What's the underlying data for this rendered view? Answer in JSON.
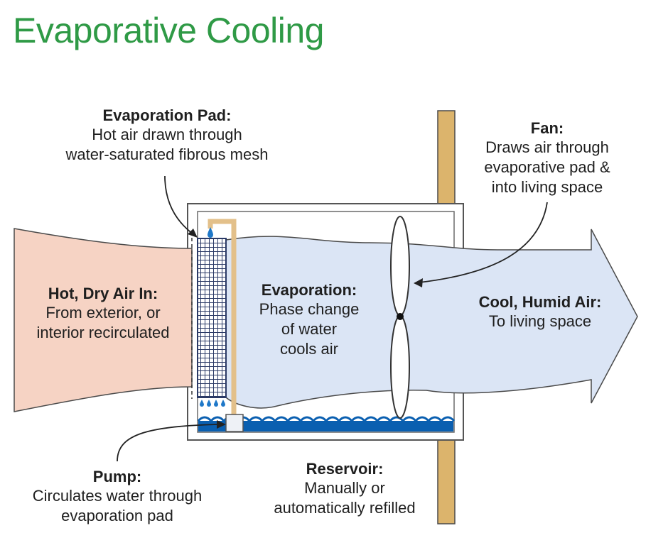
{
  "title": "Evaporative Cooling",
  "colors": {
    "title": "#2f9a46",
    "hot_air": "#f6d3c4",
    "cool_air": "#dbe5f5",
    "outline": "#4a4a4a",
    "wall": "#dcb46c",
    "pipe": "#e3c08a",
    "water": "#0a5fb0",
    "pad": "#2b3a66",
    "drop": "#1f78c8"
  },
  "labels": {
    "pad": {
      "heading": "Evaporation Pad:",
      "lines": [
        "Hot air drawn through",
        "water-saturated fibrous mesh"
      ]
    },
    "fan": {
      "heading": "Fan:",
      "lines": [
        "Draws air through",
        "evaporative pad &",
        "into living space"
      ]
    },
    "hot_air": {
      "heading": "Hot, Dry Air In:",
      "lines": [
        "From exterior, or",
        "interior recirculated"
      ]
    },
    "evaporation": {
      "heading": "Evaporation:",
      "lines": [
        "Phase change",
        "of water",
        "cools air"
      ]
    },
    "cool_air": {
      "heading": "Cool, Humid Air:",
      "lines": [
        "To living space"
      ]
    },
    "pump": {
      "heading": "Pump:",
      "lines": [
        "Circulates water through",
        "evaporation pad"
      ]
    },
    "reservoir": {
      "heading": "Reservoir:",
      "lines": [
        "Manually or",
        "automatically refilled"
      ]
    }
  },
  "icons": [
    "fan-icon",
    "pump-icon",
    "water-drop-icon",
    "wave-icon"
  ]
}
